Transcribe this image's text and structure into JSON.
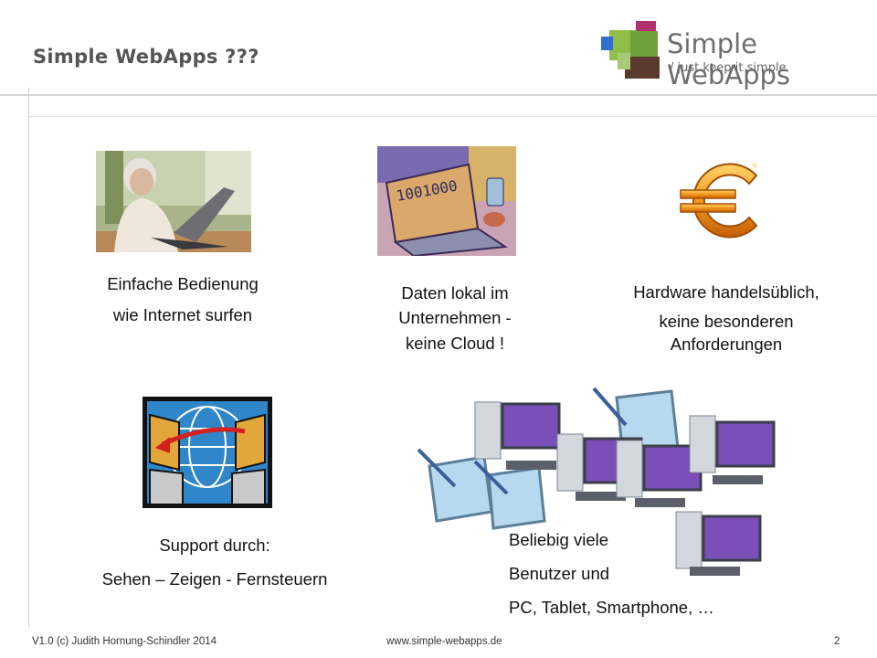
{
  "slide": {
    "title": "Simple WebApps ???",
    "logo": {
      "name": "Simple WebApps",
      "tagline": "/ just keep it simple"
    },
    "cards": [
      {
        "lines": [
          "Einfache Bedienung",
          "wie Internet surfen"
        ],
        "image": "elderly-woman-laptop-photo"
      },
      {
        "lines": [
          "Daten lokal im",
          "Unternehmen -",
          "keine Cloud !"
        ],
        "image": "laptop-binary-illustration"
      },
      {
        "lines": [
          "Hardware handelsüblich,",
          "keine besonderen",
          "Anforderungen"
        ],
        "image": "euro-icon"
      },
      {
        "lines": [
          "Support durch:",
          "Sehen – Zeigen - Fernsteuern"
        ],
        "image": "remote-support-icon"
      },
      {
        "lines": [
          "Beliebig viele",
          "Benutzer und",
          "PC, Tablet, Smartphone, …"
        ],
        "image": "network-computers-illustration"
      }
    ],
    "footer": {
      "left": "V1.0  (c) Judith Hornung-Schindler 2014",
      "center": "www.simple-webapps.de",
      "page": "2"
    }
  },
  "colors": {
    "accent": "#b3306f",
    "green": "#7aa83a",
    "blue": "#2f6fd0",
    "brown": "#5a3a2e"
  }
}
